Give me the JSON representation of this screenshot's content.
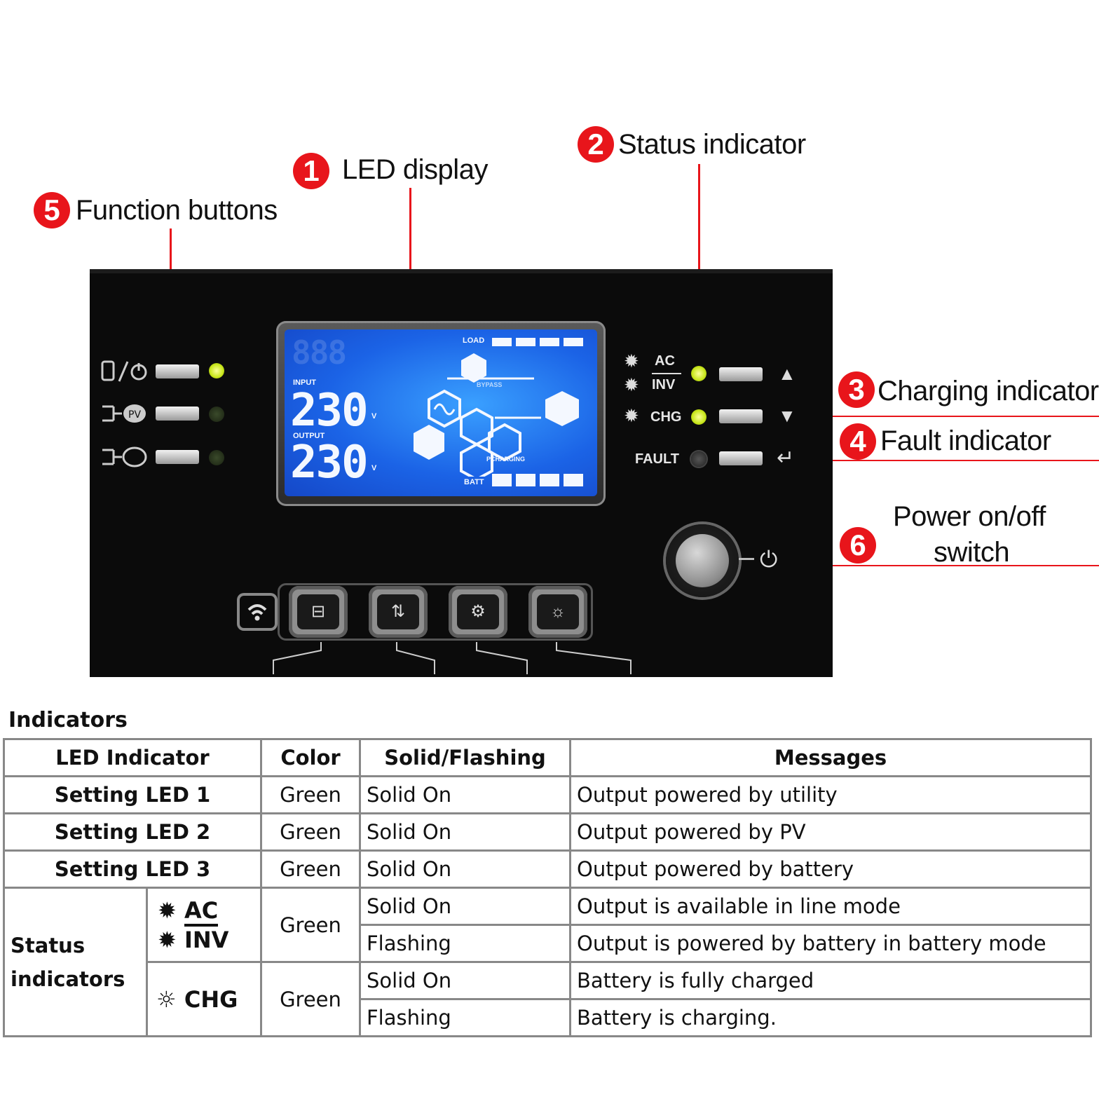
{
  "callouts": {
    "c1": {
      "num": "1",
      "label": "LED display"
    },
    "c2": {
      "num": "2",
      "label": "Status indicator"
    },
    "c3": {
      "num": "3",
      "label": "Charging indicator"
    },
    "c4": {
      "num": "4",
      "label": "Fault indicator"
    },
    "c5": {
      "num": "5",
      "label": "Function buttons"
    },
    "c6": {
      "num": "6",
      "label_line1": "Power on/off",
      "label_line2": "switch"
    }
  },
  "panel": {
    "status_labels": {
      "ac": "AC",
      "inv": "INV",
      "chg": "CHG",
      "fault": "FAULT"
    },
    "lcd": {
      "input_label": "INPUT",
      "input_value": "230",
      "output_label": "OUTPUT",
      "output_value": "230",
      "unit": "V",
      "load_label": "LOAD",
      "batt_label": "BATT",
      "bypass_label": "BYPASS",
      "charging_label": "PCHARGING",
      "ghost_digits": "888"
    },
    "nav_icons": {
      "up": "▲",
      "down": "▼",
      "enter": "↵"
    },
    "power_icon": "⏻",
    "wifi_icon": "wifi-icon"
  },
  "colors": {
    "accent_red": "#e8151b",
    "led_green_on": "#d6ff2a",
    "lcd_blue": "#1b63e6"
  },
  "table": {
    "title": "Indicators",
    "headers": [
      "LED Indicator",
      "Color",
      "Solid/Flashing",
      "Messages"
    ],
    "rows": [
      {
        "indicator": "Setting LED 1",
        "color": "Green",
        "state": "Solid On",
        "message": "Output powered by utility"
      },
      {
        "indicator": "Setting LED 2",
        "color": "Green",
        "state": "Solid On",
        "message": "Output powered by PV"
      },
      {
        "indicator": "Setting LED 3",
        "color": "Green",
        "state": "Solid On",
        "message": "Output powered by battery"
      }
    ],
    "status_group": {
      "label_line1": "Status",
      "label_line2": "indicators",
      "ac_label": "AC",
      "inv_label": "INV",
      "chg_label": "CHG",
      "ac_color": "Green",
      "chg_color": "Green",
      "ac_rows": [
        {
          "state": "Solid On",
          "message": "Output is available in line mode"
        },
        {
          "state": "Flashing",
          "message": "Output is powered by battery in battery mode"
        }
      ],
      "chg_rows": [
        {
          "state": "Solid On",
          "message": "Battery is fully charged"
        },
        {
          "state": "Flashing",
          "message": "Battery is charging."
        }
      ]
    }
  }
}
